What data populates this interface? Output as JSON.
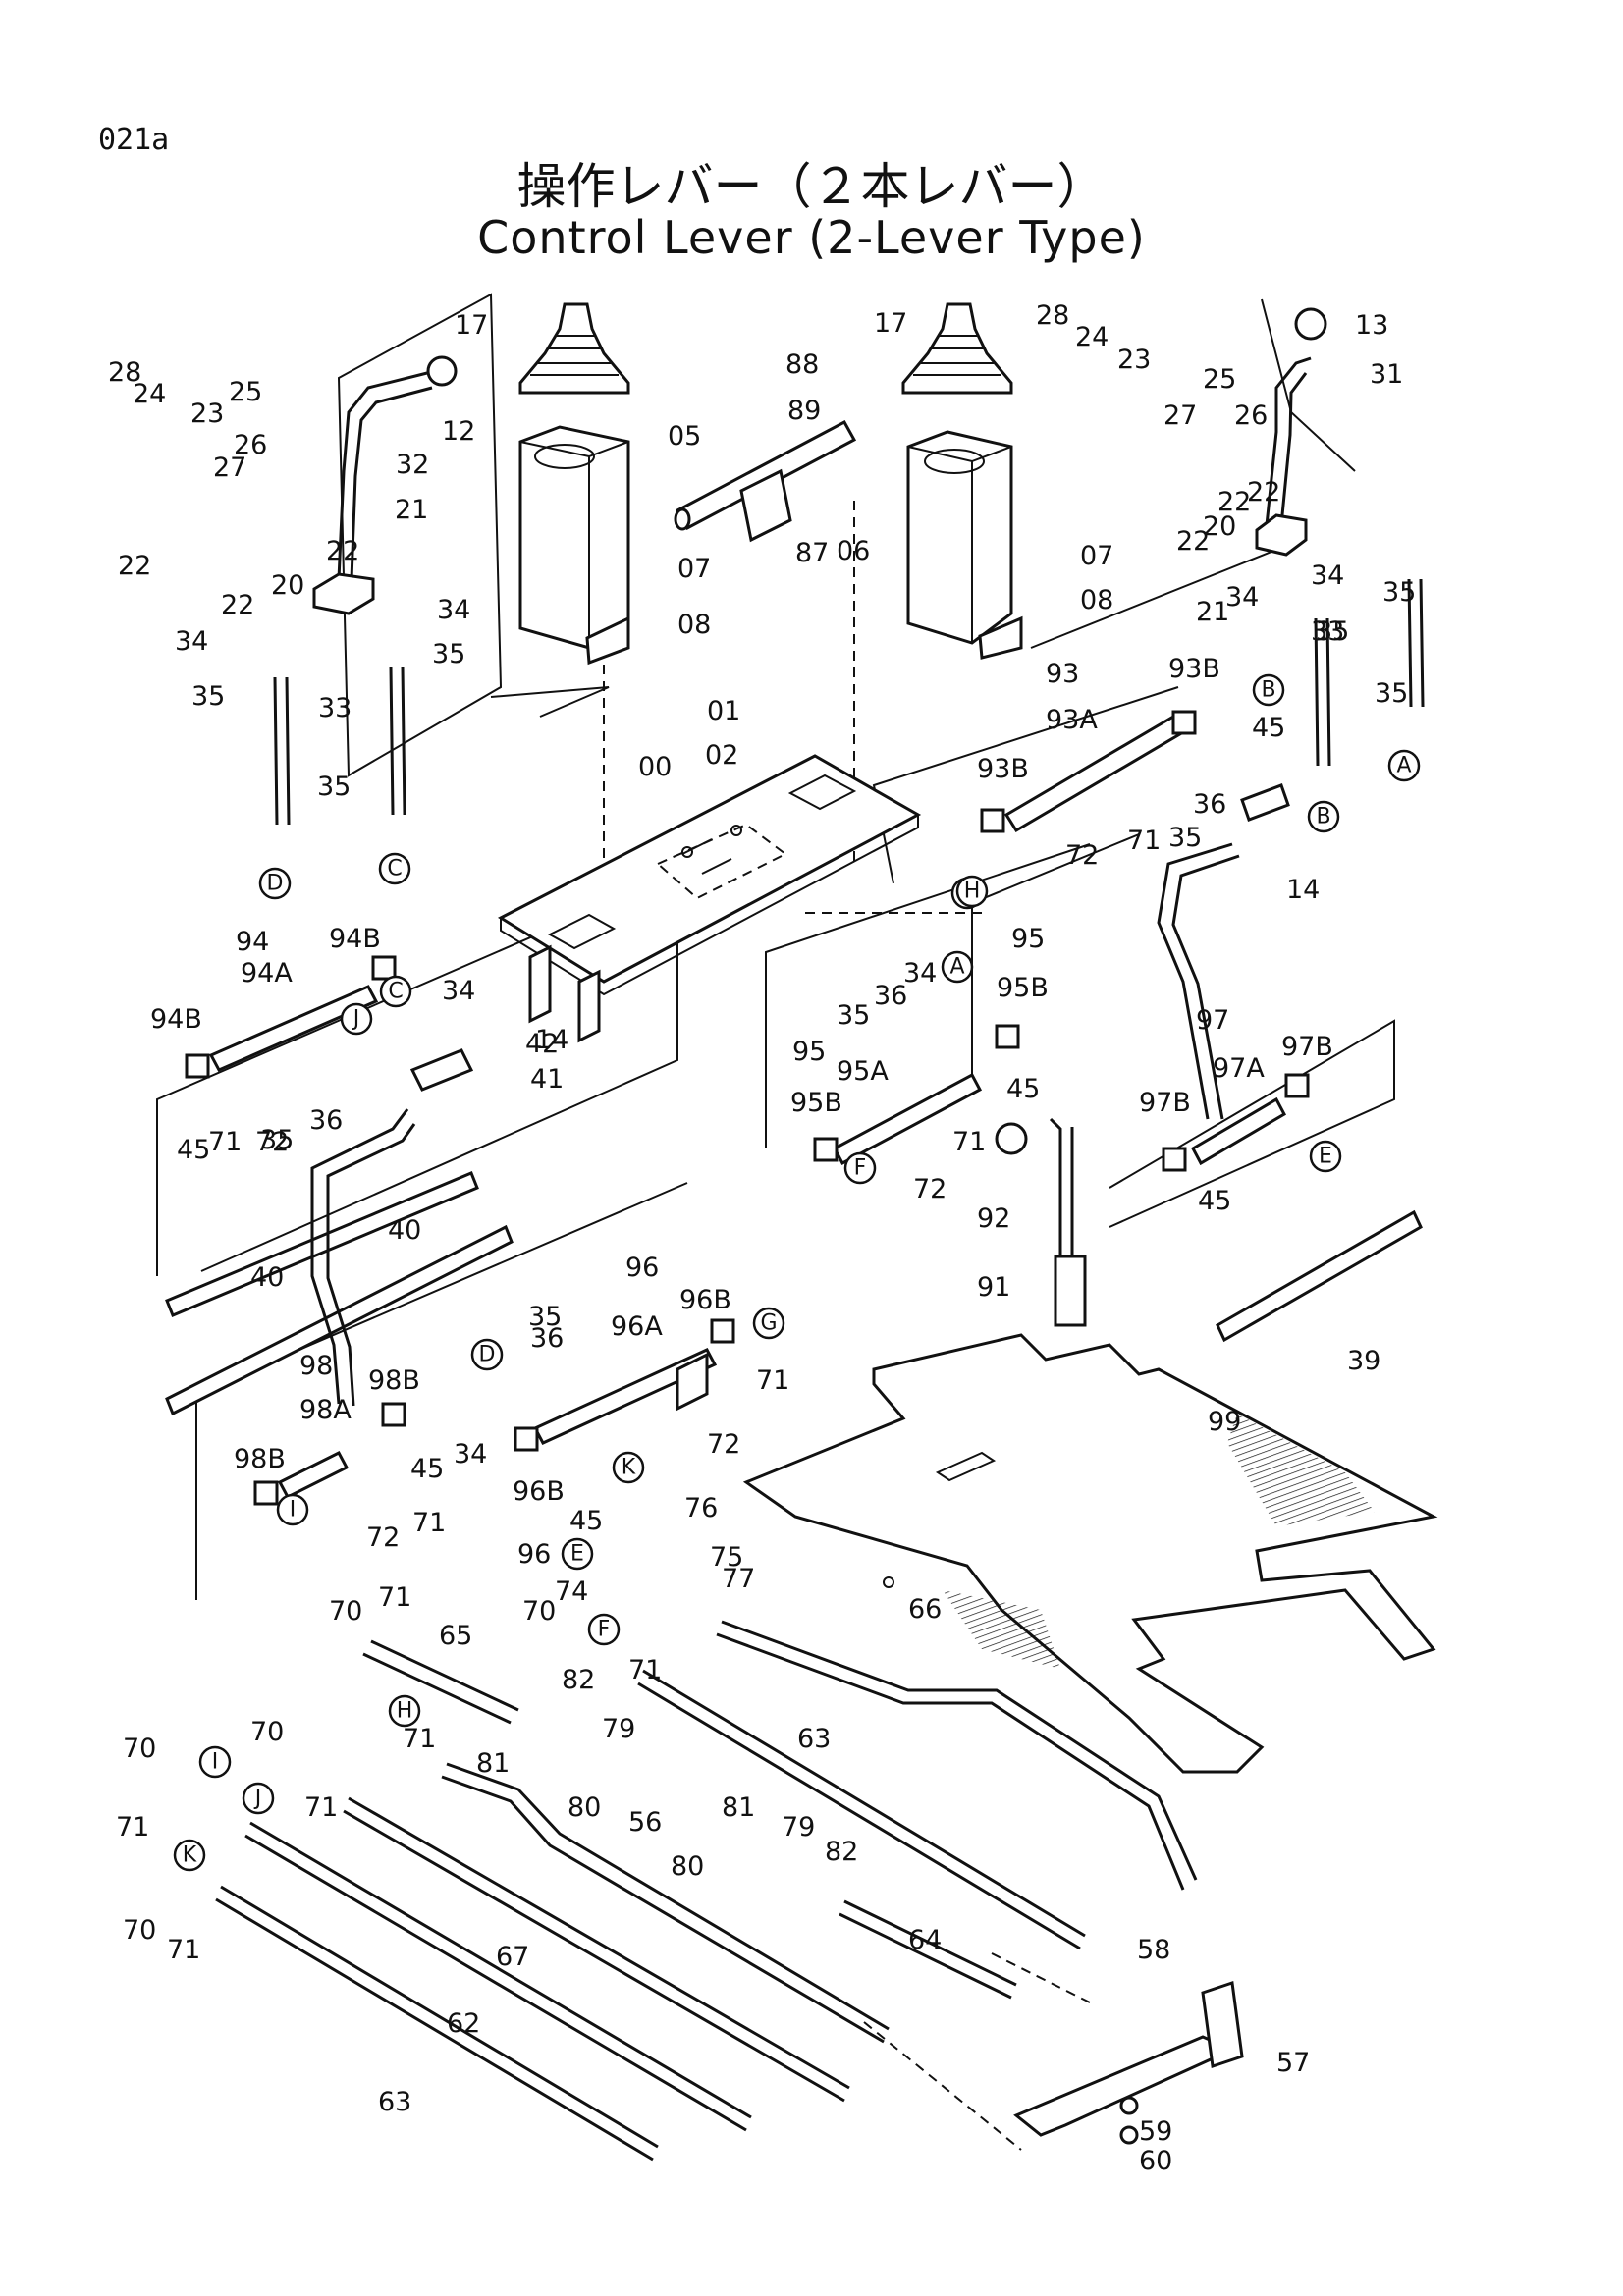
{
  "page_code": "021a",
  "title_ja": "操作レバー（２本レバー）",
  "title_en": "Control Lever (2-Lever Type)",
  "callouts": [
    {
      "id": "c01",
      "text": "00"
    },
    {
      "id": "c02",
      "text": "01"
    },
    {
      "id": "c03",
      "text": "02"
    },
    {
      "id": "c04",
      "text": "05"
    },
    {
      "id": "c05",
      "text": "06"
    },
    {
      "id": "c06",
      "text": "07"
    },
    {
      "id": "c07",
      "text": "07"
    },
    {
      "id": "c08",
      "text": "08"
    },
    {
      "id": "c09",
      "text": "08"
    },
    {
      "id": "c10",
      "text": "12"
    },
    {
      "id": "c11",
      "text": "13"
    },
    {
      "id": "c12",
      "text": "14"
    },
    {
      "id": "c13",
      "text": "14"
    },
    {
      "id": "c14",
      "text": "17"
    },
    {
      "id": "c15",
      "text": "17"
    },
    {
      "id": "c16",
      "text": "20"
    },
    {
      "id": "c17",
      "text": "20"
    },
    {
      "id": "c18",
      "text": "21"
    },
    {
      "id": "c19",
      "text": "21"
    },
    {
      "id": "c20",
      "text": "22"
    },
    {
      "id": "c21",
      "text": "22"
    },
    {
      "id": "c22",
      "text": "22"
    },
    {
      "id": "c23",
      "text": "22"
    },
    {
      "id": "c24",
      "text": "22"
    },
    {
      "id": "c25",
      "text": "22"
    },
    {
      "id": "c26",
      "text": "23"
    },
    {
      "id": "c27",
      "text": "23"
    },
    {
      "id": "c28",
      "text": "24"
    },
    {
      "id": "c29",
      "text": "24"
    },
    {
      "id": "c30",
      "text": "25"
    },
    {
      "id": "c31",
      "text": "25"
    },
    {
      "id": "c32",
      "text": "26"
    },
    {
      "id": "c33",
      "text": "26"
    },
    {
      "id": "c34",
      "text": "27"
    },
    {
      "id": "c35",
      "text": "27"
    },
    {
      "id": "c36",
      "text": "28"
    },
    {
      "id": "c37",
      "text": "28"
    },
    {
      "id": "c38",
      "text": "31"
    },
    {
      "id": "c39",
      "text": "32"
    },
    {
      "id": "c40",
      "text": "33"
    },
    {
      "id": "c41",
      "text": "33"
    },
    {
      "id": "c42",
      "text": "34"
    },
    {
      "id": "c43",
      "text": "34"
    },
    {
      "id": "c44",
      "text": "34"
    },
    {
      "id": "c45",
      "text": "34"
    },
    {
      "id": "c46",
      "text": "34"
    },
    {
      "id": "c47",
      "text": "34"
    },
    {
      "id": "c48",
      "text": "34"
    },
    {
      "id": "c49",
      "text": "35"
    },
    {
      "id": "c50",
      "text": "35"
    },
    {
      "id": "c51",
      "text": "35"
    },
    {
      "id": "c52",
      "text": "35"
    },
    {
      "id": "c53",
      "text": "35"
    },
    {
      "id": "c54",
      "text": "35"
    },
    {
      "id": "c55",
      "text": "35"
    },
    {
      "id": "c56",
      "text": "35"
    },
    {
      "id": "c57",
      "text": "35"
    },
    {
      "id": "c58",
      "text": "35"
    },
    {
      "id": "c59",
      "text": "36"
    },
    {
      "id": "c60",
      "text": "36"
    },
    {
      "id": "c61",
      "text": "36"
    },
    {
      "id": "c62",
      "text": "36"
    },
    {
      "id": "c63",
      "text": "39"
    },
    {
      "id": "c64",
      "text": "40"
    },
    {
      "id": "c65",
      "text": "40"
    },
    {
      "id": "c66",
      "text": "41"
    },
    {
      "id": "c67",
      "text": "42"
    },
    {
      "id": "c68",
      "text": "45"
    },
    {
      "id": "c69",
      "text": "45"
    },
    {
      "id": "c70",
      "text": "45"
    },
    {
      "id": "c71",
      "text": "45"
    },
    {
      "id": "c72",
      "text": "45"
    },
    {
      "id": "c73",
      "text": "45"
    },
    {
      "id": "c74",
      "text": "56"
    },
    {
      "id": "c75",
      "text": "57"
    },
    {
      "id": "c76",
      "text": "58"
    },
    {
      "id": "c77",
      "text": "59"
    },
    {
      "id": "c78",
      "text": "60"
    },
    {
      "id": "c79",
      "text": "62"
    },
    {
      "id": "c80",
      "text": "63"
    },
    {
      "id": "c81",
      "text": "63"
    },
    {
      "id": "c82",
      "text": "64"
    },
    {
      "id": "c83",
      "text": "65"
    },
    {
      "id": "c84",
      "text": "66"
    },
    {
      "id": "c85",
      "text": "67"
    },
    {
      "id": "c86",
      "text": "70"
    },
    {
      "id": "c87",
      "text": "70"
    },
    {
      "id": "c88",
      "text": "70"
    },
    {
      "id": "c89",
      "text": "70"
    },
    {
      "id": "c90",
      "text": "70"
    },
    {
      "id": "c91",
      "text": "71"
    },
    {
      "id": "c92",
      "text": "71"
    },
    {
      "id": "c93",
      "text": "71"
    },
    {
      "id": "c94",
      "text": "71"
    },
    {
      "id": "c95",
      "text": "71"
    },
    {
      "id": "c96",
      "text": "71"
    },
    {
      "id": "c97",
      "text": "71"
    },
    {
      "id": "c98",
      "text": "71"
    },
    {
      "id": "c99",
      "text": "71"
    },
    {
      "id": "c100",
      "text": "71"
    },
    {
      "id": "c101",
      "text": "71"
    },
    {
      "id": "c102",
      "text": "72"
    },
    {
      "id": "c103",
      "text": "72"
    },
    {
      "id": "c104",
      "text": "72"
    },
    {
      "id": "c105",
      "text": "72"
    },
    {
      "id": "c106",
      "text": "72"
    },
    {
      "id": "c107",
      "text": "74"
    },
    {
      "id": "c108",
      "text": "75"
    },
    {
      "id": "c109",
      "text": "76"
    },
    {
      "id": "c110",
      "text": "77"
    },
    {
      "id": "c111",
      "text": "79"
    },
    {
      "id": "c112",
      "text": "79"
    },
    {
      "id": "c113",
      "text": "80"
    },
    {
      "id": "c114",
      "text": "80"
    },
    {
      "id": "c115",
      "text": "81"
    },
    {
      "id": "c116",
      "text": "81"
    },
    {
      "id": "c117",
      "text": "82"
    },
    {
      "id": "c118",
      "text": "82"
    },
    {
      "id": "c119",
      "text": "87"
    },
    {
      "id": "c120",
      "text": "88"
    },
    {
      "id": "c121",
      "text": "89"
    },
    {
      "id": "c122",
      "text": "91"
    },
    {
      "id": "c123",
      "text": "92"
    },
    {
      "id": "c124",
      "text": "93"
    },
    {
      "id": "c125",
      "text": "93A"
    },
    {
      "id": "c126",
      "text": "93B"
    },
    {
      "id": "c127",
      "text": "93B"
    },
    {
      "id": "c128",
      "text": "94"
    },
    {
      "id": "c129",
      "text": "94A"
    },
    {
      "id": "c130",
      "text": "94B"
    },
    {
      "id": "c131",
      "text": "94B"
    },
    {
      "id": "c132",
      "text": "95"
    },
    {
      "id": "c133",
      "text": "95"
    },
    {
      "id": "c134",
      "text": "95A"
    },
    {
      "id": "c135",
      "text": "95B"
    },
    {
      "id": "c136",
      "text": "95B"
    },
    {
      "id": "c137",
      "text": "96"
    },
    {
      "id": "c138",
      "text": "96"
    },
    {
      "id": "c139",
      "text": "96A"
    },
    {
      "id": "c140",
      "text": "96B"
    },
    {
      "id": "c141",
      "text": "96B"
    },
    {
      "id": "c142",
      "text": "97"
    },
    {
      "id": "c143",
      "text": "97A"
    },
    {
      "id": "c144",
      "text": "97B"
    },
    {
      "id": "c145",
      "text": "97B"
    },
    {
      "id": "c146",
      "text": "98"
    },
    {
      "id": "c147",
      "text": "98A"
    },
    {
      "id": "c148",
      "text": "98B"
    },
    {
      "id": "c149",
      "text": "98B"
    },
    {
      "id": "c150",
      "text": "99"
    }
  ],
  "connectors": [
    {
      "id": "k01",
      "text": "A"
    },
    {
      "id": "k02",
      "text": "A"
    },
    {
      "id": "k03",
      "text": "B"
    },
    {
      "id": "k04",
      "text": "B"
    },
    {
      "id": "k05",
      "text": "C"
    },
    {
      "id": "k06",
      "text": "C"
    },
    {
      "id": "k07",
      "text": "D"
    },
    {
      "id": "k08",
      "text": "D"
    },
    {
      "id": "k09",
      "text": "E"
    },
    {
      "id": "k10",
      "text": "E"
    },
    {
      "id": "k11",
      "text": "F"
    },
    {
      "id": "k12",
      "text": "F"
    },
    {
      "id": "k13",
      "text": "G"
    },
    {
      "id": "k14",
      "text": "G"
    },
    {
      "id": "k15",
      "text": "H"
    },
    {
      "id": "k16",
      "text": "H"
    },
    {
      "id": "k17",
      "text": "I"
    },
    {
      "id": "k18",
      "text": "I"
    },
    {
      "id": "k19",
      "text": "J"
    },
    {
      "id": "k20",
      "text": "J"
    },
    {
      "id": "k21",
      "text": "K"
    },
    {
      "id": "k22",
      "text": "K"
    }
  ]
}
